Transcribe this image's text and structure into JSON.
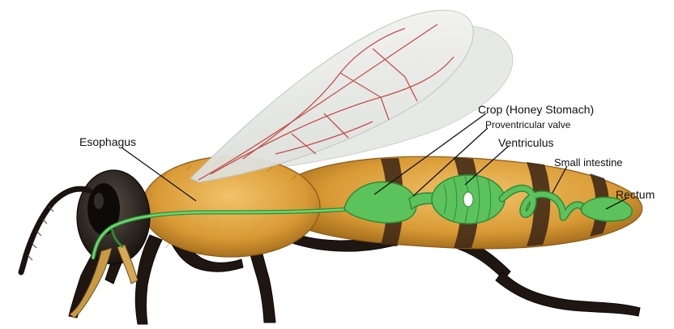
{
  "labels": {
    "esophagus": "Esophagus",
    "crop": "Crop (Honey Stomach)",
    "proventricular_valve": "Proventricular valve",
    "ventriculus": "Ventriculus",
    "small_intestine": "Small intestine",
    "rectum": "Rectum"
  },
  "colors": {
    "digestive_tract": "#5cc25c",
    "digestive_outline": "#2f8a3a",
    "body_fur": "#e3a53a",
    "body_dark": "#2a1a12",
    "wing": "#e8ece8",
    "wing_veins": "#c4504a",
    "leader_lines": "#111111"
  }
}
